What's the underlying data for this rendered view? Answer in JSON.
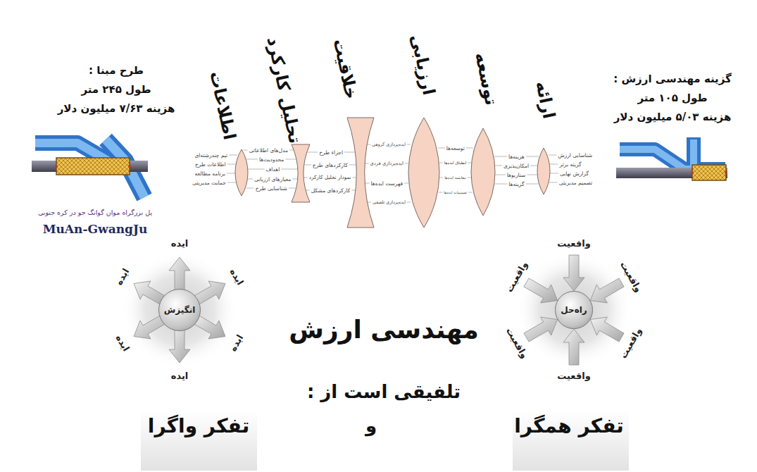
{
  "diagram": {
    "title": "مهندسی ارزش",
    "nodes": [
      {
        "text": [
          "اطلاعات"
        ]
      },
      {
        "text": [
          "تحلیل کارکرد"
        ]
      },
      {
        "text": [
          "خلاقیت"
        ]
      },
      {
        "text": [
          "ارزیابی"
        ]
      },
      {
        "text": [
          "توسعه"
        ]
      },
      {
        "text": [
          "ارائه"
        ]
      },
      {
        "text": [
          "انگیزش"
        ]
      },
      {
        "text": [
          "راه‌حل"
        ]
      }
    ],
    "labels": [
      "طرح مبنا :",
      "طول ۲۴۵ متر",
      "هزینه ۷/۶۳ میلیون دلار",
      "پل بزرگراه موان گوانگ جو در کره جنوبی",
      "MuAn-GwangJu",
      "گزینه مهندسی ارزش :",
      "طول ۱۰۵ متر",
      "هزینه ۵/۰۳ میلیون دلار",
      "تیم چندرشته‌ای",
      "اطلاعات طرح",
      "برنامه مطالعه",
      "حمایت مدیریتی",
      "مدل‌های اطلاعاتی",
      "محدودیت‌ها",
      "اهداف",
      "معیارهای ارزیابی",
      "شناسایی طرح",
      "اجزاء طرح",
      "کارکردهای طرح",
      "نمودار تحلیل کارکرد",
      "کارکردهای مشکل",
      "ایده‌پردازی گروهی",
      "ایده‌پردازی فردی",
      "فهرست ایده‌ها",
      "ایده‌پردازی تلفیقی",
      "توسعه‌ها",
      "انطباق ایده‌ها",
      "مقایسه ایده‌ها",
      "تصمیمات ایده‌ها",
      "هزینه‌ها",
      "امکان‌پذیری",
      "سناریوها",
      "گزینه‌ها",
      "شناسایی ارزش",
      "گزینه برتر",
      "گزارش نهایی",
      "تصمیم مدیریتی",
      "تلفیقی است از :",
      "و",
      "تفکر واگرا",
      "تفکر همگرا",
      "ایده",
      "ایده",
      "ایده",
      "ایده",
      "ایده",
      "ایده",
      "واقعیت",
      "واقعیت",
      "واقعیت",
      "واقعیت",
      "واقعیت",
      "واقعیت"
    ]
  }
}
